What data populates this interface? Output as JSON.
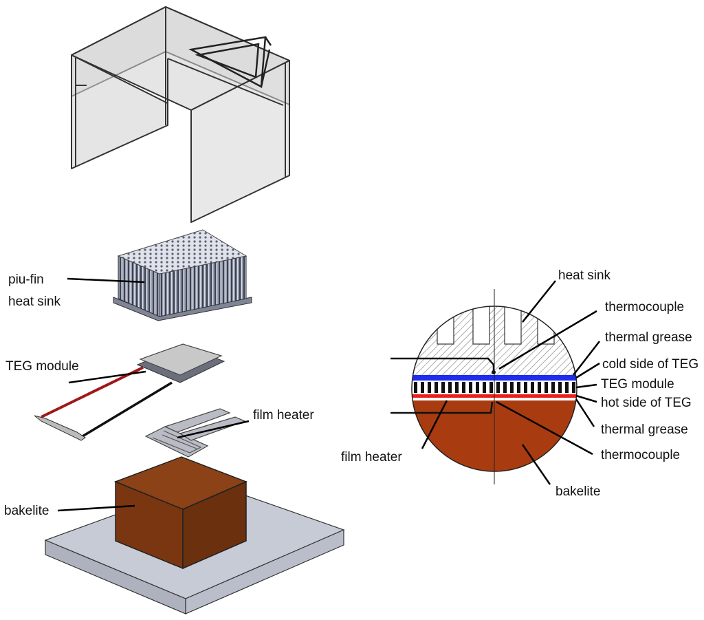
{
  "labels": {
    "left": {
      "pin_fin_line1": "piu-fin",
      "pin_fin_line2": "heat sink",
      "teg_module": "TEG module",
      "film_heater": "film heater",
      "bakelite": "bakelite"
    },
    "right": {
      "heat_sink": "heat sink",
      "thermocouple_top": "thermocouple",
      "thermal_grease_top": "thermal grease",
      "cold_side": "cold side of TEG",
      "teg_module": "TEG module",
      "hot_side": "hot side of TEG",
      "thermal_grease_bottom": "thermal grease",
      "thermocouple_bottom": "thermocouple",
      "bakelite": "bakelite",
      "film_heater": "film heater"
    }
  },
  "colors": {
    "bakelite_front": "#7a3610",
    "bakelite_top": "#8b4216",
    "bakelite_side": "#5e2a0c",
    "base_plate": "#c7cbd6",
    "cross_section_bakelite": "#a83c10",
    "cold_side": "#1e2cf0",
    "hot_side": "#e8201c",
    "teg_red_wire": "#a01818"
  }
}
